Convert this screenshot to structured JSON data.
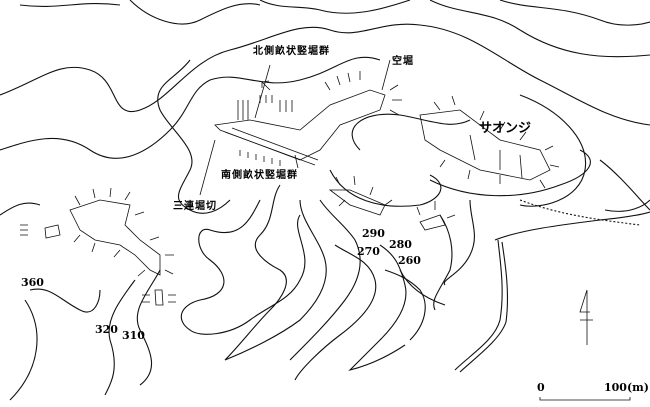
{
  "labels": {
    "north_trench_group": "北側畝状竪堀群",
    "dry_moat": "空堀",
    "saonji": "サオンジ",
    "south_trench_group": "南側畝状竪堀群",
    "triple_moat": "三連堀切"
  },
  "contours": [
    "290",
    "280",
    "270",
    "260",
    "360",
    "320",
    "310"
  ],
  "scale": {
    "start": "0",
    "end": "100(m)"
  },
  "north_arrow": "north-arrow-icon"
}
